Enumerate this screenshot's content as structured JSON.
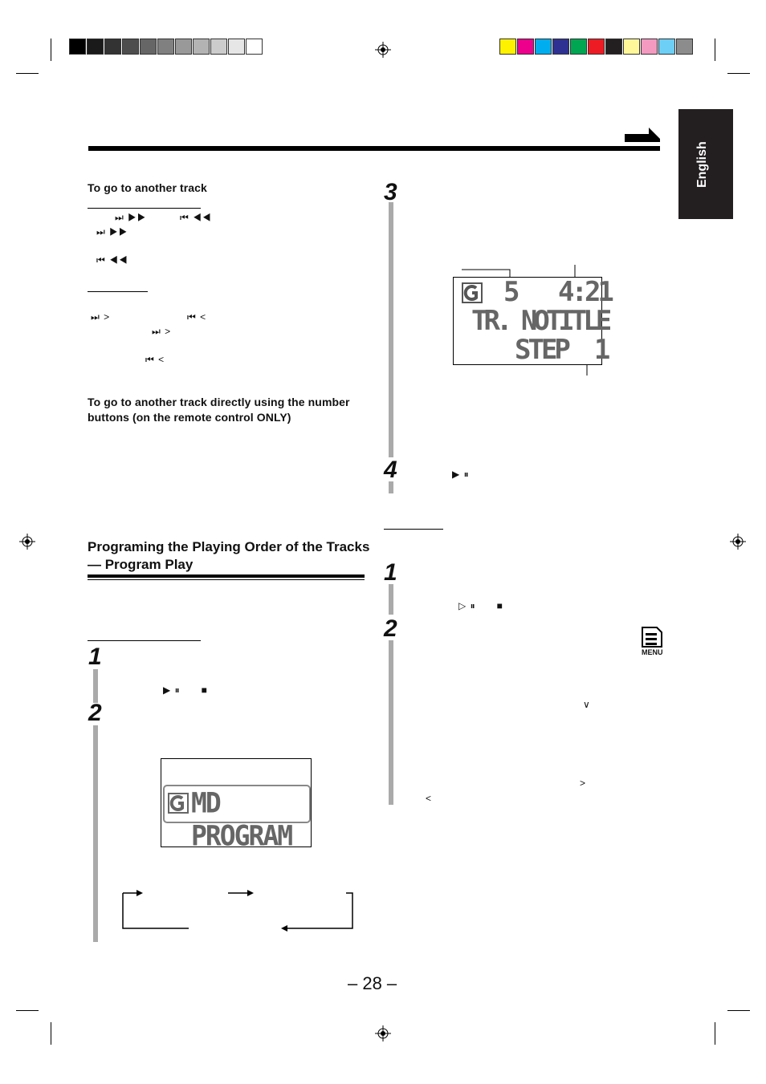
{
  "colors": {
    "gray_swatches": [
      "#000000",
      "#1a1a1a",
      "#333333",
      "#4d4d4d",
      "#666666",
      "#808080",
      "#999999",
      "#b3b3b3",
      "#cccccc",
      "#e6e6e6",
      "#ffffff"
    ],
    "color_swatches": [
      "#fff200",
      "#ec008c",
      "#00aeef",
      "#2e3192",
      "#00a651",
      "#ed1c24",
      "#231f20",
      "#fff799",
      "#f49ac1",
      "#6dcff6",
      "#8c8c8c"
    ],
    "tab_bg": "#231f20",
    "guide_bar": "#aaaaaa"
  },
  "sidebar": {
    "language": "English"
  },
  "left": {
    "heading_another_track": "To go to another track",
    "sym_skip_fwd": "⏭ ▶▶",
    "sym_skip_back": "⏮ ◀◀",
    "sym_fwd_only": "⏭ ▶▶",
    "sym_back_only": "⏮ ◀◀",
    "sym_fwd_gt": "⏭ >",
    "sym_back_lt": "⏮ <",
    "sym_fwd_gt2": "⏭ >",
    "sym_back_lt2": "⏮ <",
    "heading_direct": "To go to another track directly using the number buttons (on the remote control ONLY)",
    "section_title_line1": "Programing the Playing Order of the Tracks",
    "section_title_line2": "— Program Play",
    "step1_num": "1",
    "step1_syms": "▶ ⏸      ■",
    "step2_num": "2",
    "lcd_program_text": "MD PROGRAM"
  },
  "right": {
    "step3_num": "3",
    "lcd_line1_track": "5",
    "lcd_line1_time": "4:21",
    "lcd_line2": "TR. NOTITLE",
    "lcd_line3": "STEP  1",
    "step4_num": "4",
    "step4_syms": "▶ ⏸",
    "step1b_num": "1",
    "step1b_syms": "▷ ⏸      ■",
    "step2b_num": "2",
    "menu_label": "MENU",
    "sym_down": "∨",
    "sym_gt": ">",
    "sym_lt": "<"
  },
  "footer": {
    "page_number": "– 28 –"
  }
}
